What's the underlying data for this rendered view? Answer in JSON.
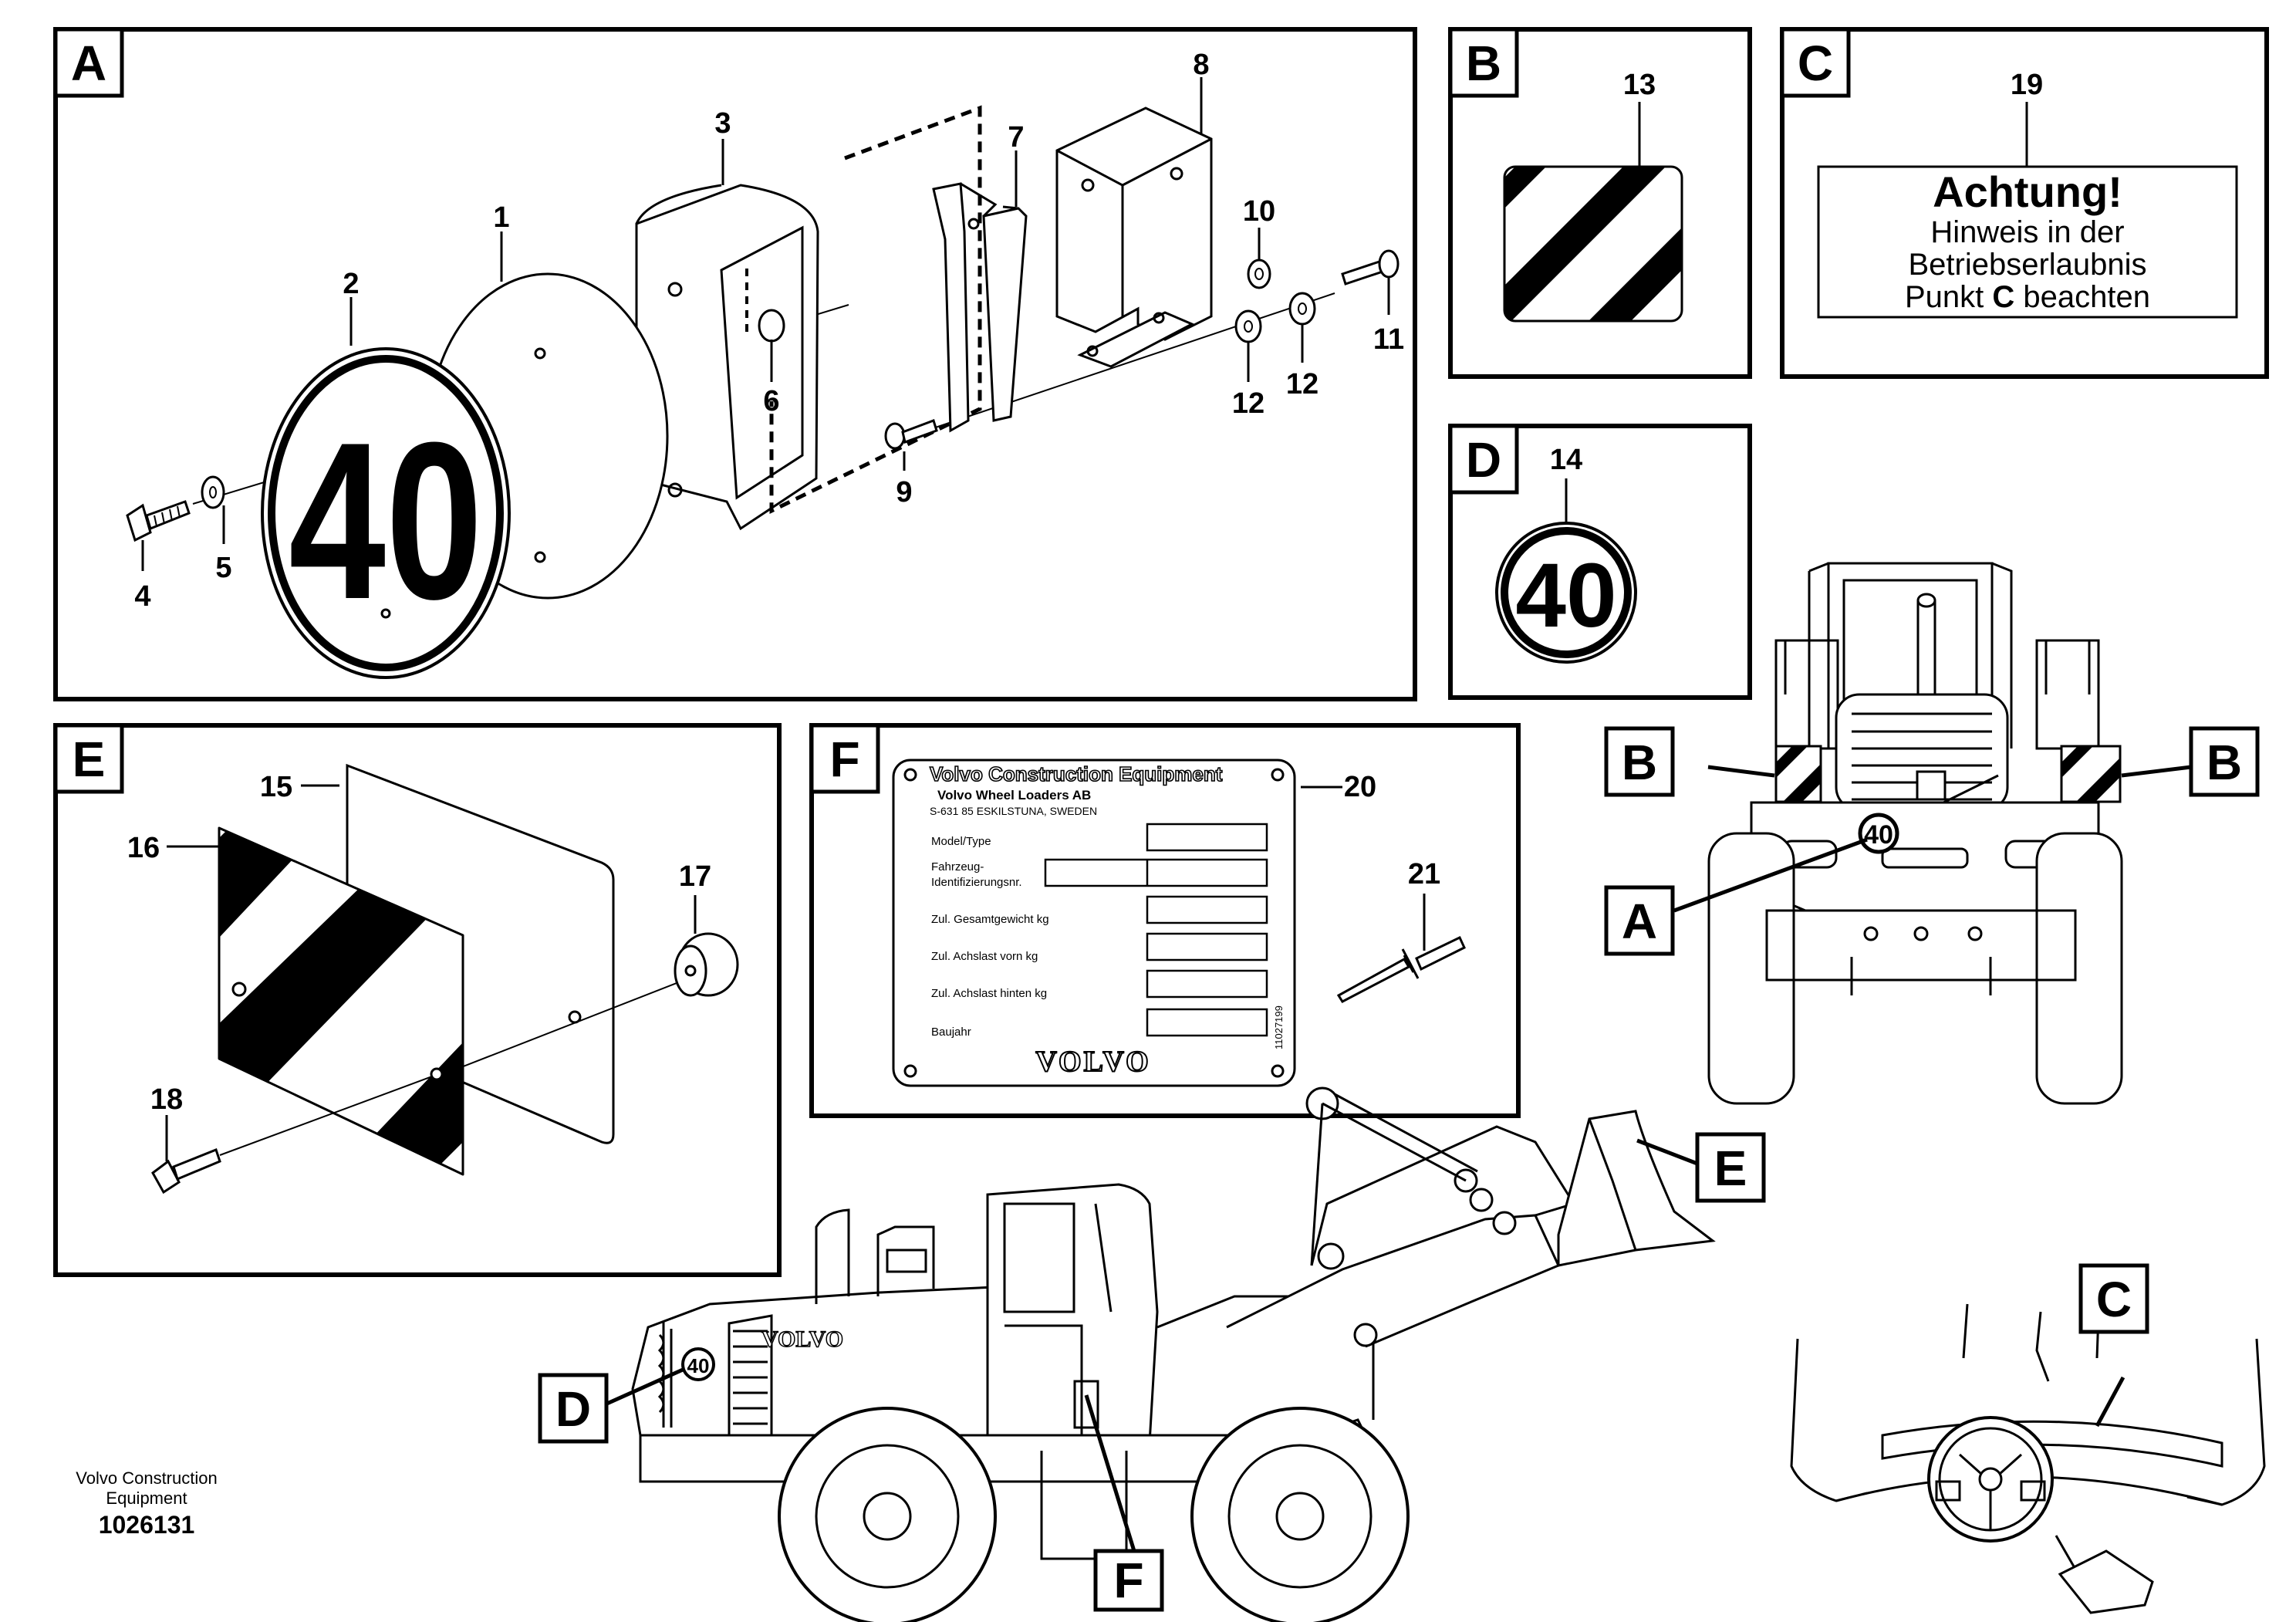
{
  "panels": {
    "A": "A",
    "B": "B",
    "C": "C",
    "D": "D",
    "E": "E",
    "F": "F"
  },
  "parts": {
    "p1": "1",
    "p2": "2",
    "p3": "3",
    "p4": "4",
    "p5": "5",
    "p6": "6",
    "p7": "7",
    "p8": "8",
    "p9": "9",
    "p10": "10",
    "p11": "11",
    "p12a": "12",
    "p12b": "12",
    "p13": "13",
    "p14": "14",
    "p15": "15",
    "p16": "16",
    "p17": "17",
    "p18": "18",
    "p19": "19",
    "p20": "20",
    "p21": "21"
  },
  "speed_sign": {
    "value": "40"
  },
  "warning_label": {
    "heading": "Achtung!",
    "line1": "Hinweis in der",
    "line2": "Betriebserlaubnis",
    "line3_pre": "Punkt ",
    "line3_bold": "C",
    "line3_post": " beachten"
  },
  "data_plate": {
    "company": "Volvo Construction Equipment",
    "subsidiary": "Volvo Wheel Loaders AB",
    "address": "S-631 85   ESKILSTUNA, SWEDEN",
    "fields": [
      "Model/Type",
      "Fahrzeug-",
      "Identifizierungsnr.",
      "Zul. Gesamtgewicht kg",
      "Zul. Achslast vorn kg",
      "Zul. Achslast hinten kg",
      "Baujahr"
    ],
    "serial": "11027199",
    "logo": "VOLVO"
  },
  "machine": {
    "brand": "VOLVO",
    "sign": "40"
  },
  "footer": {
    "company_line1": "Volvo Construction",
    "company_line2": "Equipment",
    "drawing_number": "1026131"
  }
}
